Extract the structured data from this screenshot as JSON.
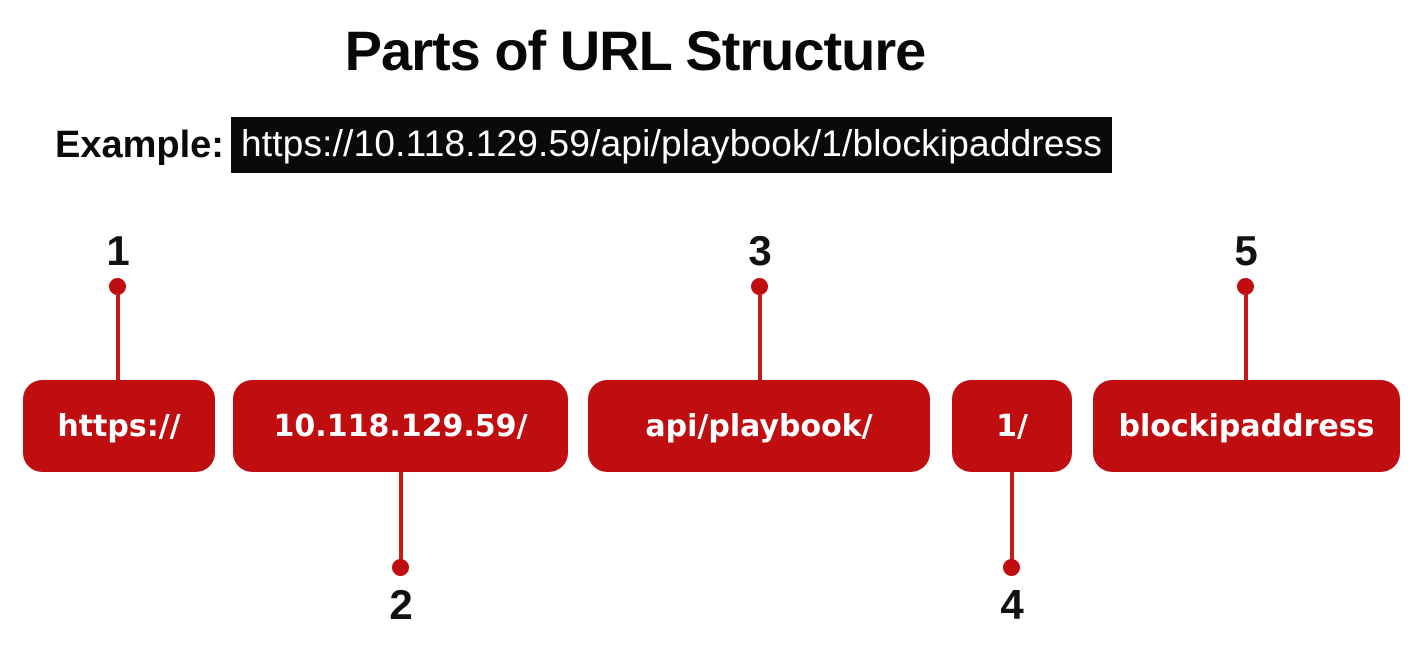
{
  "title": "Parts of URL Structure",
  "example": {
    "label": "Example:",
    "url": "https://10.118.129.59/api/playbook/1/blockipaddress"
  },
  "colors": {
    "accent_red": "#c00d10",
    "stem_red": "#c8181c",
    "highlight_bg": "#0a0a0a",
    "text_black": "#0a0a0a",
    "box_text": "#ffffff"
  },
  "parts": [
    {
      "number": "1",
      "text": "https://",
      "callout_position": "top"
    },
    {
      "number": "2",
      "text": "10.118.129.59/",
      "callout_position": "bottom"
    },
    {
      "number": "3",
      "text": "api/playbook/",
      "callout_position": "top"
    },
    {
      "number": "4",
      "text": "1/",
      "callout_position": "bottom"
    },
    {
      "number": "5",
      "text": "blockipaddress",
      "callout_position": "top"
    }
  ]
}
